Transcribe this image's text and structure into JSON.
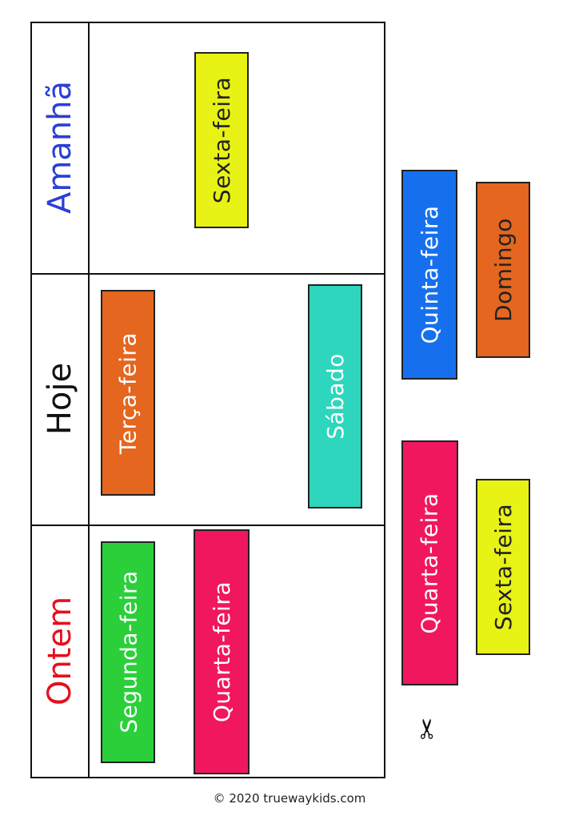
{
  "headers": {
    "amanha": {
      "label": "Amanhã",
      "color": "#2a3fd6"
    },
    "hoje": {
      "label": "Hoje",
      "color": "#111111"
    },
    "ontem": {
      "label": "Ontem",
      "color": "#e5101c"
    }
  },
  "placed_cards": {
    "sexta_top": {
      "label": "Sexta-feira",
      "bg": "#e8f215",
      "fg": "#222222"
    },
    "terca": {
      "label": "Terça-feira",
      "bg": "#e4661f",
      "fg": "#ffffff"
    },
    "sabado": {
      "label": "Sábado",
      "bg": "#2dd6bc",
      "fg": "#ffffff"
    },
    "segunda": {
      "label": "Segunda-feira",
      "bg": "#2bcf3a",
      "fg": "#ffffff"
    },
    "quarta_placed": {
      "label": "Quarta-feira",
      "bg": "#f0175e",
      "fg": "#ffffff"
    }
  },
  "cutout_cards": {
    "quinta": {
      "label": "Quinta-feira",
      "bg": "#1670ee",
      "fg": "#ffffff"
    },
    "domingo": {
      "label": "Domingo",
      "bg": "#e4661f",
      "fg": "#222222"
    },
    "quarta_cut": {
      "label": "Quarta-feira",
      "bg": "#f0175e",
      "fg": "#ffffff"
    },
    "sexta_cut": {
      "label": "Sexta-feira",
      "bg": "#e8f215",
      "fg": "#222222"
    }
  },
  "scissors_icon": "✂",
  "footer": "© 2020 truewaykids.com"
}
